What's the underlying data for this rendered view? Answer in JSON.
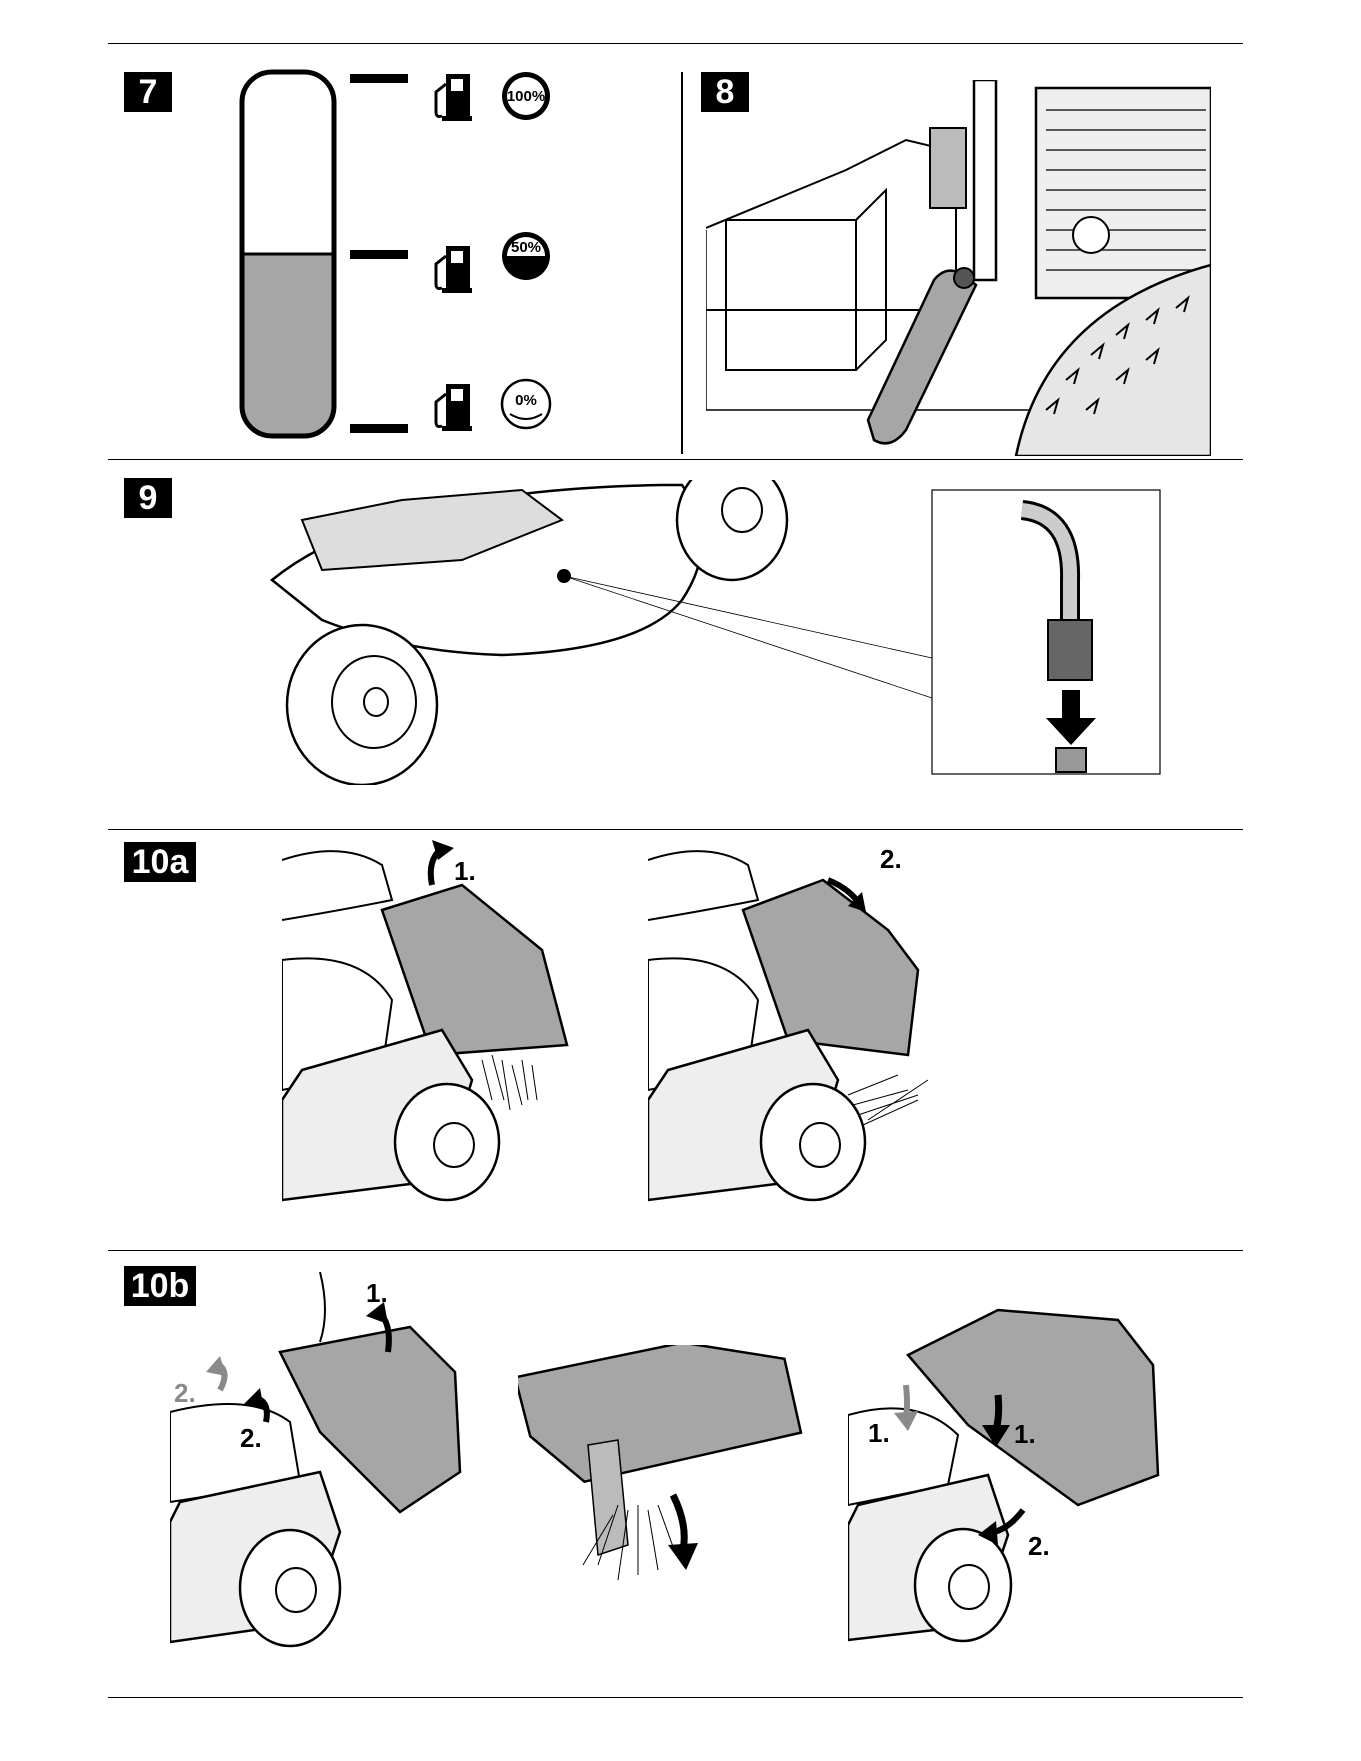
{
  "figures": {
    "fig7": {
      "number": "7",
      "fuel_levels": [
        {
          "label": "100%",
          "level": 1.0
        },
        {
          "label": "50%",
          "level": 0.5
        },
        {
          "label": "0%",
          "level": 0.0
        }
      ],
      "gauge_fill": 0.5
    },
    "fig8": {
      "number": "8"
    },
    "fig9": {
      "number": "9"
    },
    "fig10a": {
      "number": "10a",
      "steps": [
        "1.",
        "2."
      ]
    },
    "fig10b": {
      "number": "10b",
      "steps": [
        "1.",
        "2.",
        "2.",
        "1.",
        "1.",
        "2."
      ]
    }
  },
  "colors": {
    "ink": "#000000",
    "panel_gray": "#a6a6a6",
    "light_gray": "#d9d9d9",
    "arrow_gray": "#8a8a8a"
  }
}
